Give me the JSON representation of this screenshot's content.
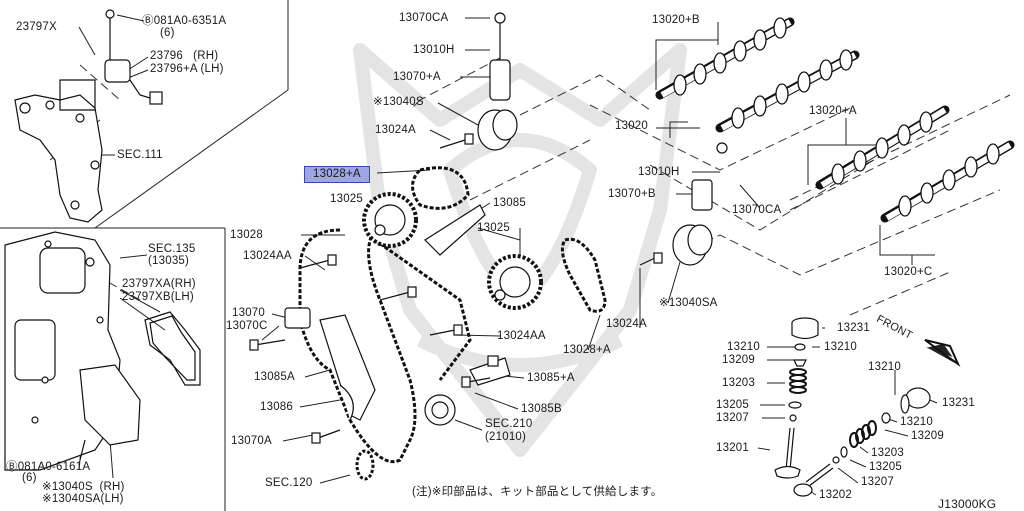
{
  "diagram": {
    "code": "J13000KG",
    "note": "(注)※印部品は、キット部品として供給します。",
    "front": "FRONT",
    "highlight": "13028+A",
    "labels": {
      "l23797x": "23797X",
      "lB1": "Ⓑ081A0-6351A",
      "lB1q": "(6)",
      "l23796": "23796   (RH)",
      "l23796a": "23796+A (LH)",
      "lsec111": "SEC.111",
      "lsec135": "SEC.135",
      "lsec135b": "(13035)",
      "l23797xa": "23797XA(RH)",
      "l23797xb": "23797XB(LH)",
      "lB2": "Ⓑ081A0-6161A",
      "lB2q": "(6)",
      "l13040s_rh": "※13040S  (RH)",
      "l13040sa_lh": "※13040SA(LH)",
      "l13070ca": "13070CA",
      "l13010h": "13010H",
      "l13070a": "13070+A",
      "l13040s": "※13040S",
      "l13024a": "13024A",
      "l13025a": "13025",
      "l13028": "13028",
      "l13024aa": "13024AA",
      "l13070": "13070",
      "l13070c": "13070C",
      "l13085a": "13085A",
      "l13086": "13086",
      "l13070a2": "13070A",
      "lsec120": "SEC.120",
      "l13085": "13085",
      "l13025b": "13025",
      "l13024aa2": "13024AA",
      "l13085a2": "13085+A",
      "l13085b": "13085B",
      "lsec210": "SEC.210",
      "lsec210b": "(21010)",
      "l13028a2": "13028+A",
      "l13024a2": "13024A",
      "l13040sa": "※13040SA",
      "l13020b": "13020+B",
      "l13020": "13020",
      "l13020a": "13020+A",
      "l13010h2": "13010H",
      "l13070b": "13070+B",
      "l13070ca2": "13070CA",
      "l13020c": "13020+C",
      "l13231": "13231",
      "l13210a": "13210",
      "l13210b": "13210",
      "l13209": "13209",
      "l13203": "13203",
      "l13205": "13205",
      "l13207": "13207",
      "l13201": "13201",
      "l13210c": "13210",
      "l13231b": "13231",
      "l13210d": "13210",
      "l13209b": "13209",
      "l13203b": "13203",
      "l13205b": "13205",
      "l13207b": "13207",
      "l13202": "13202"
    }
  }
}
